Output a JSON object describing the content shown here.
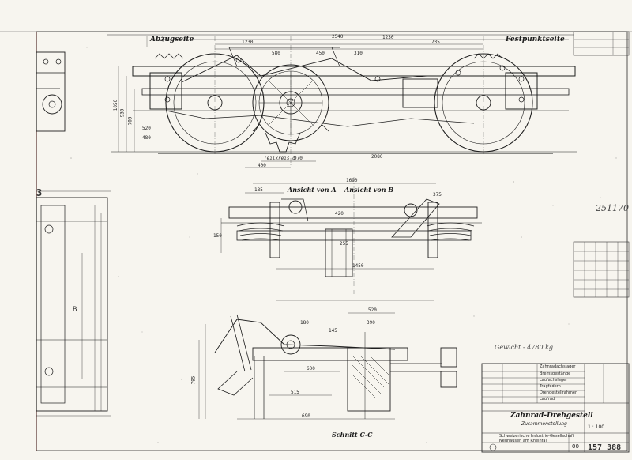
{
  "drawing": {
    "title": "Zahnrad-Drehgestell",
    "subtitle": "Zusammenstellung",
    "manufacturer": "Schweizerische Industrie-Gesellschaft",
    "manufacturer_line2": "Neuhausen am Rheinfall",
    "drawing_number": "157 388",
    "handwritten_top": "251170",
    "handwritten_note": "Gewicht - 4780 kg",
    "scale": "1 : 100",
    "section_mark": "3",
    "index": "00",
    "marker_b": "B"
  },
  "views": {
    "side_left_label": "Abzugseite",
    "side_right_label": "Festpunktseite",
    "view_a_label": "Ansicht von A",
    "view_b_label": "Ansicht von B",
    "section_label": "Schnitt C-C",
    "pitch_note": "Teilkreis d"
  },
  "dimensions": {
    "top": [
      "2540",
      "1230",
      "1230",
      "735",
      "580",
      "450",
      "310"
    ],
    "side": [
      "1050",
      "930",
      "700",
      "520",
      "480"
    ],
    "bottom": [
      "400",
      "970",
      "2080"
    ],
    "middle": [
      "1690",
      "1450",
      "420",
      "185",
      "375",
      "255",
      "150"
    ],
    "lower": [
      "520",
      "600",
      "515",
      "690",
      "795",
      "390",
      "180",
      "145"
    ]
  },
  "parts_table": {
    "rows": [
      "Zahnradachslager",
      "Bremsgestänge",
      "Laufachslager",
      "Tragfedern",
      "Drehgestellrahmen",
      "Laufrad"
    ]
  }
}
